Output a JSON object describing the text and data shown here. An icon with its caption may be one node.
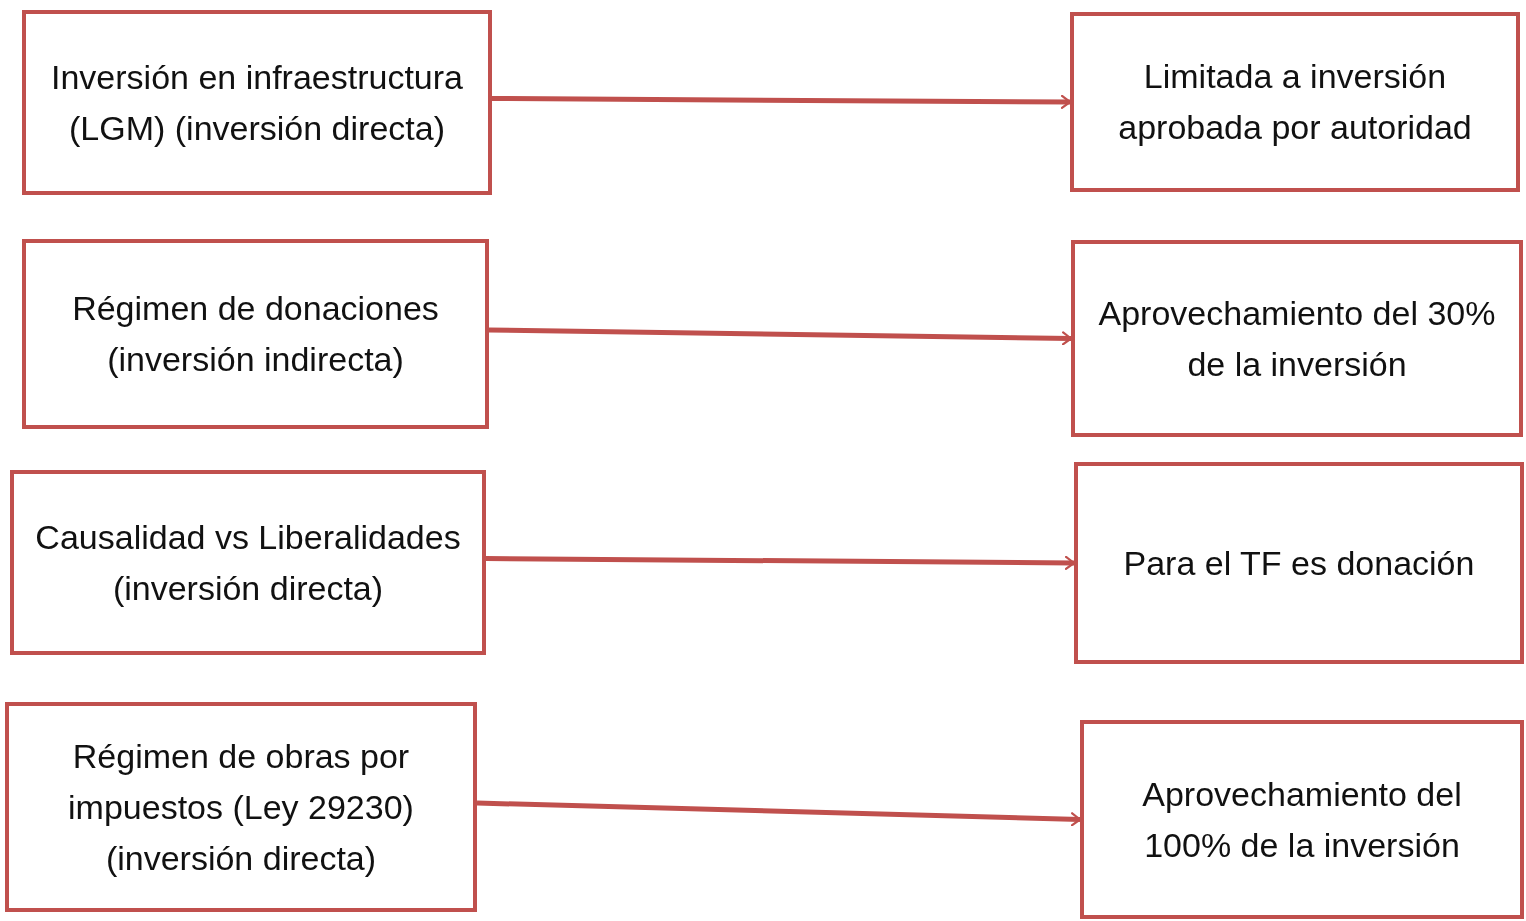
{
  "diagram": {
    "nodes": [
      {
        "text": [
          "Inversión en infraestructura (LGM) (inversión directa)"
        ]
      },
      {
        "text": [
          "Limitada a inversión aprobada por autoridad"
        ]
      },
      {
        "text": [
          "Régimen de donaciones (inversión indirecta)"
        ]
      },
      {
        "text": [
          "Aprovechamiento del 30% de la inversión"
        ]
      },
      {
        "text": [
          "Causalidad vs Liberalidades (inversión directa)"
        ]
      },
      {
        "text": [
          "Para el TF es donación"
        ]
      },
      {
        "text": [
          "Régimen de obras por impuestos (Ley 29230) (inversión directa)"
        ]
      },
      {
        "text": [
          "Aprovechamiento del 100% de la inversión"
        ]
      }
    ],
    "edges": [
      {
        "from": 0,
        "to": 1,
        "arrow": "to"
      },
      {
        "from": 2,
        "to": 3,
        "arrow": "to"
      },
      {
        "from": 4,
        "to": 5,
        "arrow": "to"
      },
      {
        "from": 6,
        "to": 7,
        "arrow": "to"
      }
    ]
  }
}
